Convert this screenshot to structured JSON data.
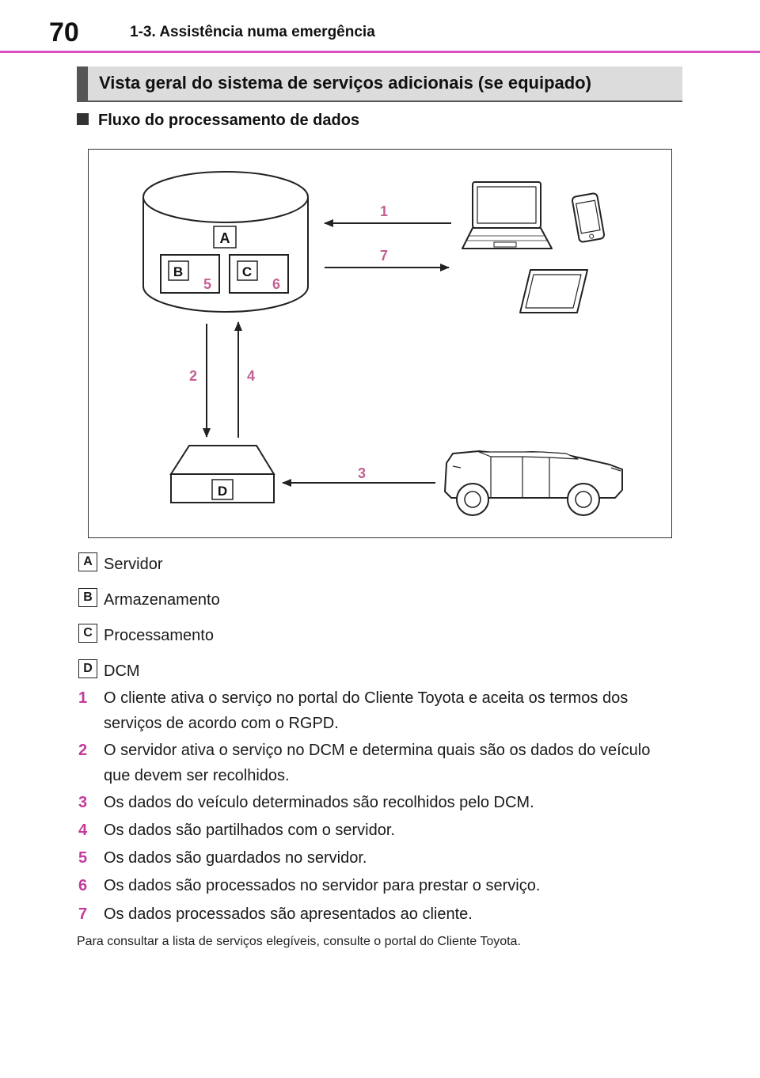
{
  "header": {
    "page_number": "70",
    "section": "1-3. Assistência numa emergência"
  },
  "banner": {
    "title": "Vista geral do sistema de serviços adicionais (se equipado)"
  },
  "subheading": "Fluxo do processamento de dados",
  "diagram": {
    "server_label": "A",
    "storage_label": "B",
    "processing_label": "C",
    "dcm_label": "D",
    "steps": [
      "1",
      "2",
      "3",
      "4",
      "5",
      "6",
      "7"
    ],
    "accent_color": "#c35f95"
  },
  "legend": [
    {
      "key": "A",
      "text": "Servidor"
    },
    {
      "key": "B",
      "text": "Armazenamento"
    },
    {
      "key": "C",
      "text": "Processamento"
    },
    {
      "key": "D",
      "text": "DCM"
    }
  ],
  "steps": [
    {
      "num": "1",
      "text": "O cliente ativa o serviço no portal do Cliente Toyota e aceita os termos dos serviços de acordo com o RGPD."
    },
    {
      "num": "2",
      "text": "O servidor ativa o serviço no DCM e determina quais são os dados do veículo que devem ser recolhidos."
    },
    {
      "num": "3",
      "text": "Os dados do veículo determinados são recolhidos pelo DCM."
    },
    {
      "num": "4",
      "text": "Os dados são partilhados com o servidor."
    },
    {
      "num": "5",
      "text": "Os dados são guardados no servidor."
    },
    {
      "num": "6",
      "text": "Os dados são processados no servidor para prestar o serviço."
    },
    {
      "num": "7",
      "text": "Os dados processados são apresentados ao cliente."
    }
  ],
  "footnote": "Para consultar a lista de serviços elegíveis, consulte o portal do Cliente Toyota."
}
